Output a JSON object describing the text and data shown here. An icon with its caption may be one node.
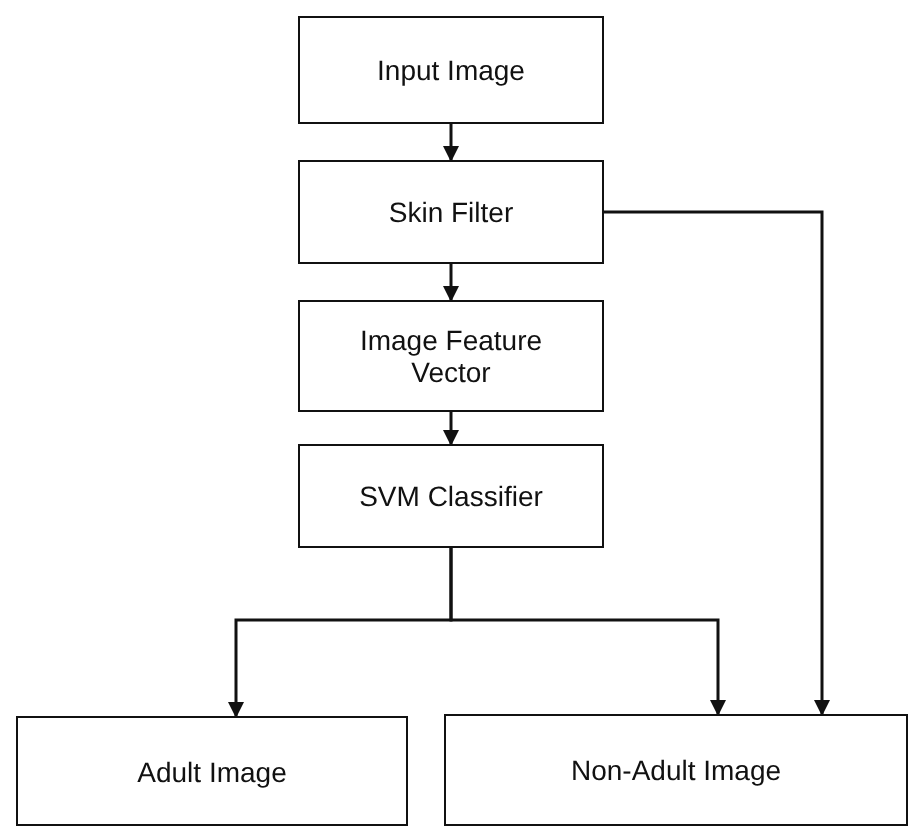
{
  "diagram": {
    "nodes": [
      {
        "text": [
          "Input Image"
        ]
      },
      {
        "text": [
          "Skin Filter"
        ]
      },
      {
        "text": [
          "Image Feature Vector"
        ]
      },
      {
        "text": [
          "SVM Classifier"
        ]
      },
      {
        "text": [
          "Adult Image"
        ]
      },
      {
        "text": [
          "Non-Adult Image"
        ]
      }
    ],
    "edges": [
      {
        "from": 0,
        "to": 1,
        "arrow": "to"
      },
      {
        "from": 1,
        "to": 2,
        "arrow": "to"
      },
      {
        "from": 2,
        "to": 3,
        "arrow": "to"
      },
      {
        "from": 3,
        "to": 4,
        "arrow": "to"
      },
      {
        "from": 3,
        "to": 5,
        "arrow": "to"
      },
      {
        "from": 1,
        "to": 5,
        "arrow": "to"
      }
    ]
  }
}
